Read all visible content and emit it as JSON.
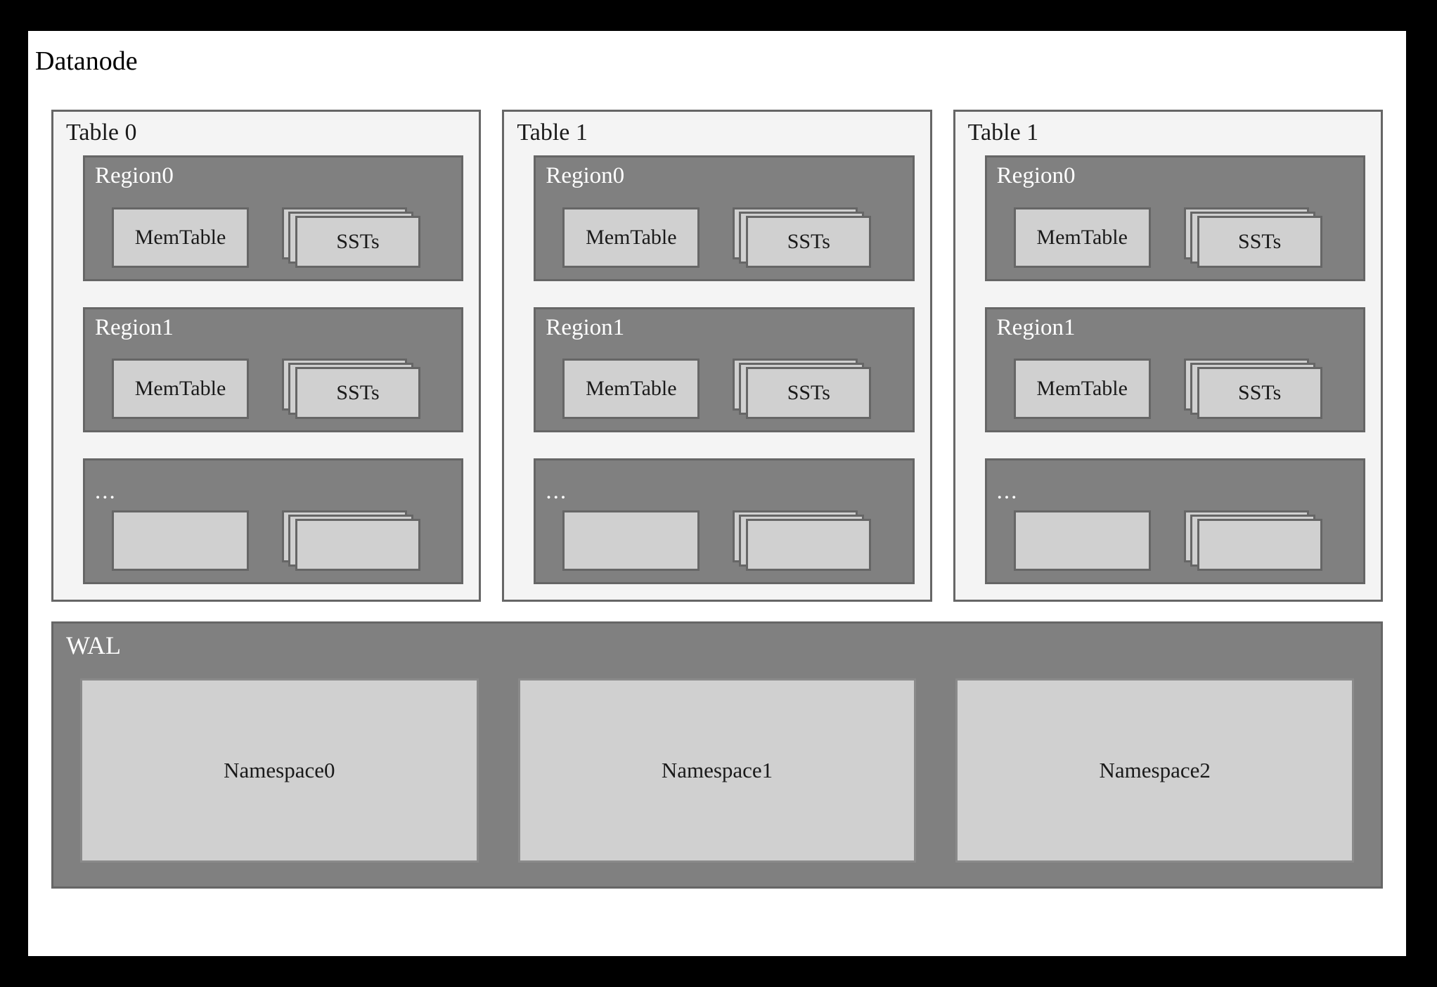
{
  "diagram": {
    "title": "Datanode",
    "tables": [
      {
        "label": "Table 0",
        "regions": [
          {
            "name": "Region0",
            "memtable": "MemTable",
            "ssts": "SSTs"
          },
          {
            "name": "Region1",
            "memtable": "MemTable",
            "ssts": "SSTs"
          },
          {
            "name": "...",
            "memtable": "",
            "ssts": ""
          }
        ]
      },
      {
        "label": "Table 1",
        "regions": [
          {
            "name": "Region0",
            "memtable": "MemTable",
            "ssts": "SSTs"
          },
          {
            "name": "Region1",
            "memtable": "MemTable",
            "ssts": "SSTs"
          },
          {
            "name": "...",
            "memtable": "",
            "ssts": ""
          }
        ]
      },
      {
        "label": "Table 1",
        "regions": [
          {
            "name": "Region0",
            "memtable": "MemTable",
            "ssts": "SSTs"
          },
          {
            "name": "Region1",
            "memtable": "MemTable",
            "ssts": "SSTs"
          },
          {
            "name": "...",
            "memtable": "",
            "ssts": ""
          }
        ]
      }
    ],
    "wal": {
      "label": "WAL",
      "namespaces": [
        "Namespace0",
        "Namespace1",
        "Namespace2"
      ]
    },
    "colors": {
      "outer_frame": "#000000",
      "canvas": "#ffffff",
      "table_panel_fill": "#f4f4f4",
      "panel_border": "#666666",
      "region_fill": "#808080",
      "inner_box_fill": "#d0d0d0",
      "text_dark": "#1a1a1a",
      "text_light": "#ffffff"
    }
  }
}
